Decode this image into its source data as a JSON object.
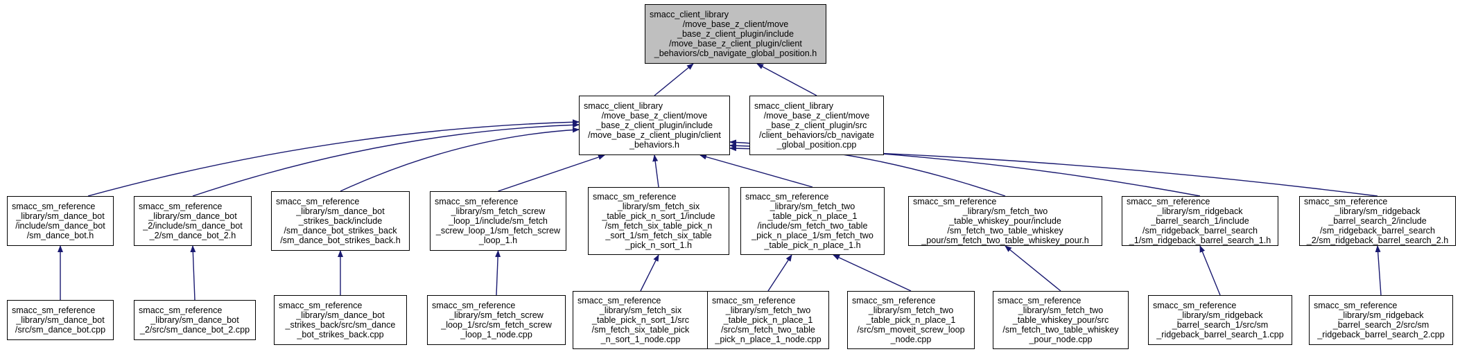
{
  "colors": {
    "edge": "#191970",
    "root_fill": "#bfbfbf",
    "node_border": "#000000"
  },
  "nodes": {
    "root": [
      "smacc_client_library",
      "/move_base_z_client/move",
      "_base_z_client_plugin/include",
      "/move_base_z_client_plugin/client",
      "_behaviors/cb_navigate_global_position.h"
    ],
    "cb_header": [
      "smacc_client_library",
      "/move_base_z_client/move",
      "_base_z_client_plugin/include",
      "/move_base_z_client_plugin/client",
      "_behaviors.h"
    ],
    "cb_cpp": [
      "smacc_client_library",
      "/move_base_z_client/move",
      "_base_z_client_plugin/src",
      "/client_behaviors/cb_navigate",
      "_global_position.cpp"
    ],
    "dance_h": [
      "smacc_sm_reference",
      "_library/sm_dance_bot",
      "/include/sm_dance_bot",
      "/sm_dance_bot.h"
    ],
    "dance2_h": [
      "smacc_sm_reference",
      "_library/sm_dance_bot",
      "_2/include/sm_dance_bot",
      "_2/sm_dance_bot_2.h"
    ],
    "strikes_h": [
      "smacc_sm_reference",
      "_library/sm_dance_bot",
      "_strikes_back/include",
      "/sm_dance_bot_strikes_back",
      "/sm_dance_bot_strikes_back.h"
    ],
    "screw_h": [
      "smacc_sm_reference",
      "_library/sm_fetch_screw",
      "_loop_1/include/sm_fetch",
      "_screw_loop_1/sm_fetch_screw",
      "_loop_1.h"
    ],
    "six_h": [
      "smacc_sm_reference",
      "_library/sm_fetch_six",
      "_table_pick_n_sort_1/include",
      "/sm_fetch_six_table_pick_n",
      "_sort_1/sm_fetch_six_table",
      "_pick_n_sort_1.h"
    ],
    "two_h": [
      "smacc_sm_reference",
      "_library/sm_fetch_two",
      "_table_pick_n_place_1",
      "/include/sm_fetch_two_table",
      "_pick_n_place_1/sm_fetch_two",
      "_table_pick_n_place_1.h"
    ],
    "whiskey_h": [
      "smacc_sm_reference",
      "_library/sm_fetch_two",
      "_table_whiskey_pour/include",
      "/sm_fetch_two_table_whiskey",
      "_pour/sm_fetch_two_table_whiskey_pour.h"
    ],
    "ridge1_h": [
      "smacc_sm_reference",
      "_library/sm_ridgeback",
      "_barrel_search_1/include",
      "/sm_ridgeback_barrel_search",
      "_1/sm_ridgeback_barrel_search_1.h"
    ],
    "ridge2_h": [
      "smacc_sm_reference",
      "_library/sm_ridgeback",
      "_barrel_search_2/include",
      "/sm_ridgeback_barrel_search",
      "_2/sm_ridgeback_barrel_search_2.h"
    ],
    "dance_cpp": [
      "smacc_sm_reference",
      "_library/sm_dance_bot",
      "/src/sm_dance_bot.cpp"
    ],
    "dance2_cpp": [
      "smacc_sm_reference",
      "_library/sm_dance_bot",
      "_2/src/sm_dance_bot_2.cpp"
    ],
    "strikes_cpp": [
      "smacc_sm_reference",
      "_library/sm_dance_bot",
      "_strikes_back/src/sm_dance",
      "_bot_strikes_back.cpp"
    ],
    "screw_cpp": [
      "smacc_sm_reference",
      "_library/sm_fetch_screw",
      "_loop_1/src/sm_fetch_screw",
      "_loop_1_node.cpp"
    ],
    "six_cpp": [
      "smacc_sm_reference",
      "_library/sm_fetch_six",
      "_table_pick_n_sort_1/src",
      "/sm_fetch_six_table_pick",
      "_n_sort_1_node.cpp"
    ],
    "two_cpp": [
      "smacc_sm_reference",
      "_library/sm_fetch_two",
      "_table_pick_n_place_1",
      "/src/sm_fetch_two_table",
      "_pick_n_place_1_node.cpp"
    ],
    "moveit_cpp": [
      "smacc_sm_reference",
      "_library/sm_fetch_two",
      "_table_pick_n_place_1",
      "/src/sm_moveit_screw_loop",
      "_node.cpp"
    ],
    "whiskey_cpp": [
      "smacc_sm_reference",
      "_library/sm_fetch_two",
      "_table_whiskey_pour/src",
      "/sm_fetch_two_table_whiskey",
      "_pour_node.cpp"
    ],
    "ridge1_cpp": [
      "smacc_sm_reference",
      "_library/sm_ridgeback",
      "_barrel_search_1/src/sm",
      "_ridgeback_barrel_search_1.cpp"
    ],
    "ridge2_cpp": [
      "smacc_sm_reference",
      "_library/sm_ridgeback",
      "_barrel_search_2/src/sm",
      "_ridgeback_barrel_search_2.cpp"
    ]
  },
  "edges": [
    [
      "cb_header",
      "root"
    ],
    [
      "cb_cpp",
      "root"
    ],
    [
      "dance_h",
      "cb_header"
    ],
    [
      "dance2_h",
      "cb_header"
    ],
    [
      "strikes_h",
      "cb_header"
    ],
    [
      "screw_h",
      "cb_header"
    ],
    [
      "six_h",
      "cb_header"
    ],
    [
      "two_h",
      "cb_header"
    ],
    [
      "whiskey_h",
      "cb_header"
    ],
    [
      "ridge1_h",
      "cb_header"
    ],
    [
      "ridge2_h",
      "cb_header"
    ],
    [
      "dance_cpp",
      "dance_h"
    ],
    [
      "dance2_cpp",
      "dance2_h"
    ],
    [
      "strikes_cpp",
      "strikes_h"
    ],
    [
      "screw_cpp",
      "screw_h"
    ],
    [
      "six_cpp",
      "six_h"
    ],
    [
      "two_cpp",
      "two_h"
    ],
    [
      "moveit_cpp",
      "two_h"
    ],
    [
      "whiskey_cpp",
      "whiskey_h"
    ],
    [
      "ridge1_cpp",
      "ridge1_h"
    ],
    [
      "ridge2_cpp",
      "ridge2_h"
    ]
  ]
}
